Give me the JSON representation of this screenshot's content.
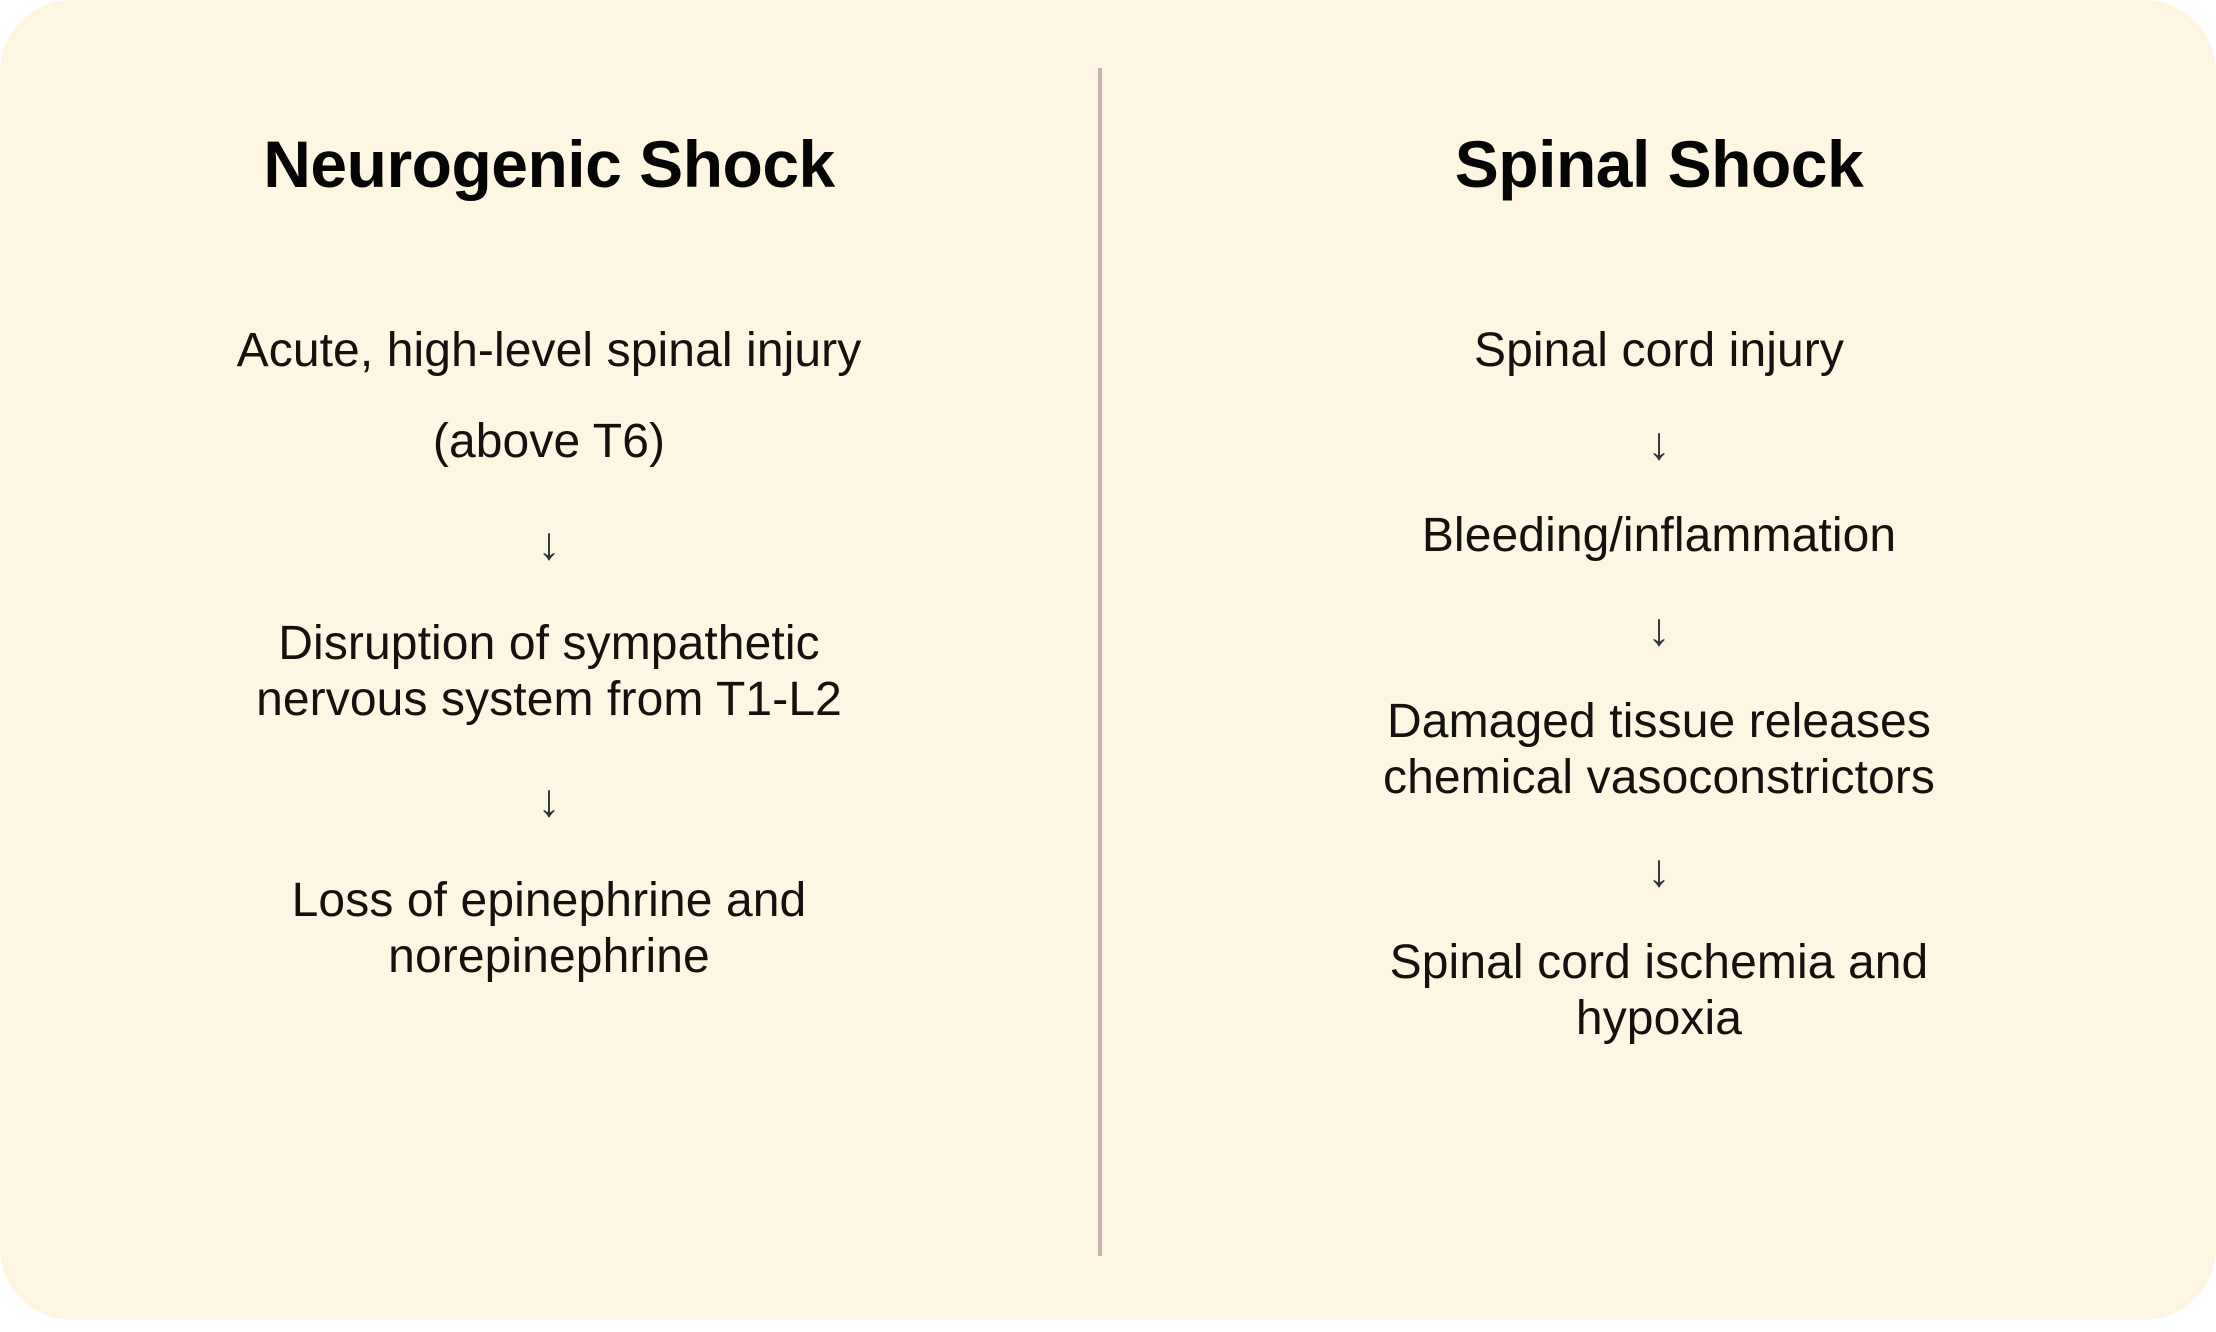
{
  "page": {
    "background_color": "#ffffff",
    "card_color": "#fdf6e3",
    "divider_color": "#c9b5b0",
    "text_color": "#14110f",
    "heading_color": "#050505",
    "arrow_color": "#2e3439"
  },
  "columns": [
    {
      "id": "neurogenic-shock",
      "title": "Neurogenic Shock",
      "steps": [
        {
          "type": "text",
          "text": "Acute, high-level spinal injury"
        },
        {
          "type": "text",
          "text": "(above T6)"
        },
        {
          "type": "arrow",
          "text": "↓"
        },
        {
          "type": "text",
          "text": "Disruption of sympathetic\nnervous system from T1-L2"
        },
        {
          "type": "arrow",
          "text": "↓"
        },
        {
          "type": "text",
          "text": "Loss of epinephrine and\nnorepinephrine"
        }
      ]
    },
    {
      "id": "spinal-shock",
      "title": "Spinal Shock",
      "steps": [
        {
          "type": "text",
          "text": "Spinal cord injury"
        },
        {
          "type": "arrow",
          "text": "↓"
        },
        {
          "type": "text",
          "text": "Bleeding/inflammation"
        },
        {
          "type": "arrow",
          "text": "↓"
        },
        {
          "type": "text",
          "text": "Damaged tissue releases\nchemical vasoconstrictors"
        },
        {
          "type": "arrow",
          "text": "↓"
        },
        {
          "type": "text",
          "text": "Spinal cord ischemia and\nhypoxia"
        }
      ]
    }
  ]
}
